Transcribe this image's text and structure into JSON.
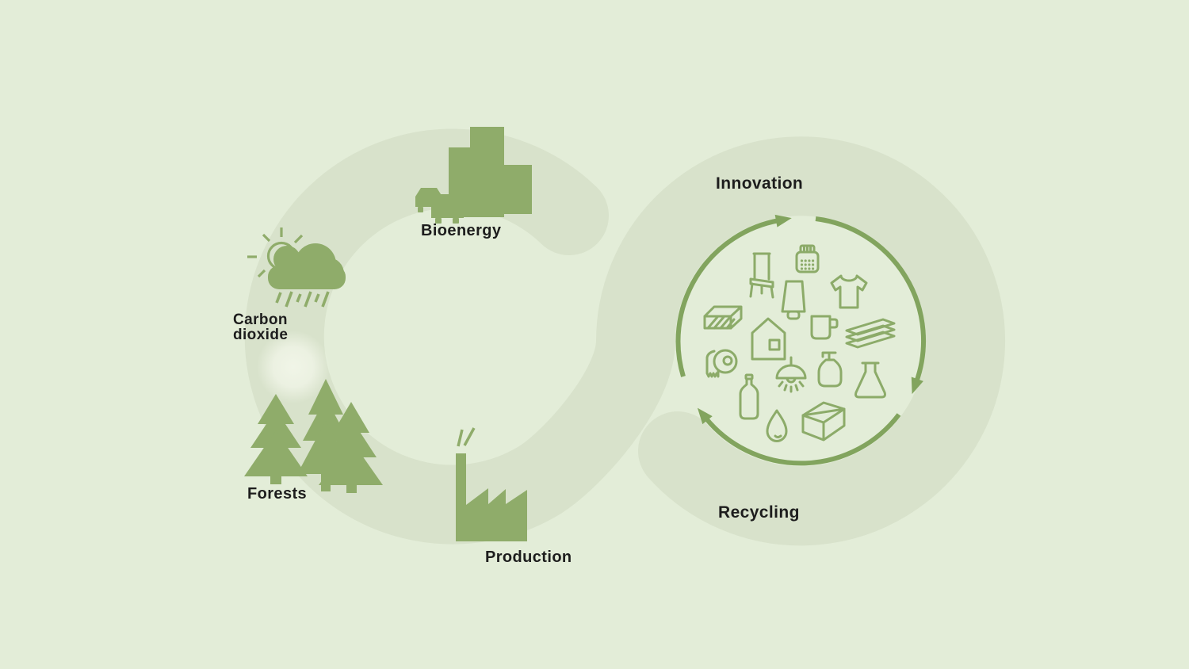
{
  "labels": {
    "bioenergy": "Bioenergy",
    "carbon_dioxide": [
      "Carbon",
      "dioxide"
    ],
    "forests": "Forests",
    "production": "Production",
    "innovation": "Innovation",
    "recycling": "Recycling"
  },
  "colors": {
    "background": "#e3edd8",
    "band": "#d8e2cb",
    "solid_icon_green": "#8fac6a",
    "outline_icon_green": "#8cab69",
    "arrow_green": "#82a45e",
    "text": "#1d1d1d",
    "soft_highlight": "#f2f6e9"
  },
  "left_loop_icons": [
    "sun-cloud-rain-icon",
    "city-buildings-icon",
    "cars-icon",
    "pine-trees-icon",
    "factory-icon"
  ],
  "right_loop_icons": [
    "recycle-arrows-icon",
    "chair-icon",
    "jar-icon",
    "t-shirt-icon",
    "cosmetic-tube-icon",
    "timber-plank-icon",
    "house-icon",
    "mug-icon",
    "paper-stack-icon",
    "toilet-paper-icon",
    "pendant-lamp-icon",
    "soap-pump-icon",
    "flask-icon",
    "bottle-icon",
    "water-drop-icon",
    "cardboard-box-icon"
  ]
}
